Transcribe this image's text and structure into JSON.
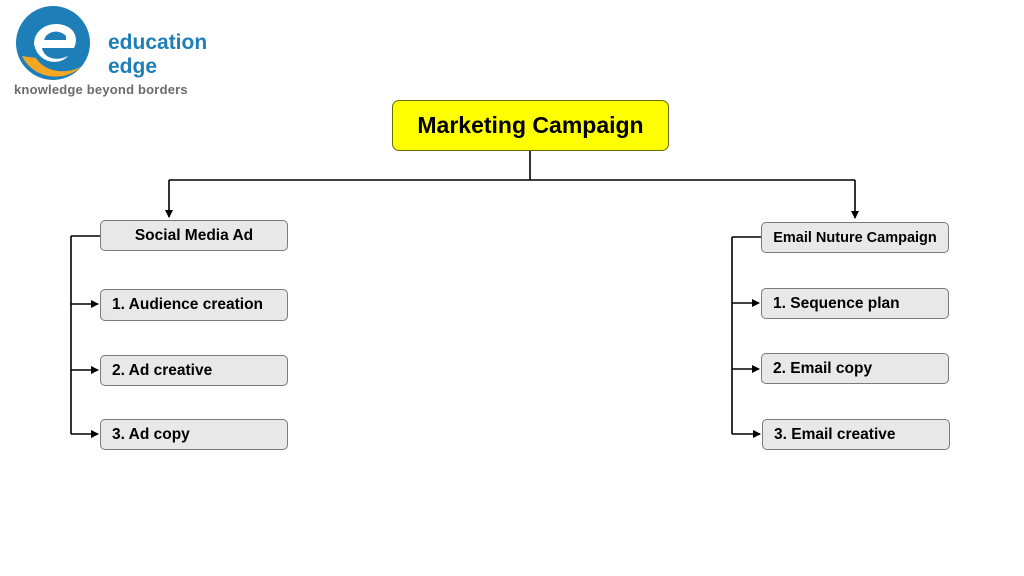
{
  "logo": {
    "line1": "education",
    "line2": "edge",
    "tagline": "knowledge beyond borders",
    "colors": {
      "blue": "#1e7fb8",
      "orange": "#f5a623",
      "gray": "#6b6b6b"
    }
  },
  "diagram": {
    "root": "Marketing Campaign",
    "left": {
      "title": "Social Media Ad",
      "items": [
        "1. Audience creation",
        "2. Ad creative",
        "3. Ad copy"
      ]
    },
    "right": {
      "title": "Email Nuture Campaign",
      "items": [
        "1. Sequence plan",
        "2. Email copy",
        "3. Email creative"
      ]
    },
    "colors": {
      "root_fill": "#ffff00",
      "box_fill": "#e8e8e8",
      "border": "#7a7a7a",
      "connector": "#000000"
    }
  }
}
